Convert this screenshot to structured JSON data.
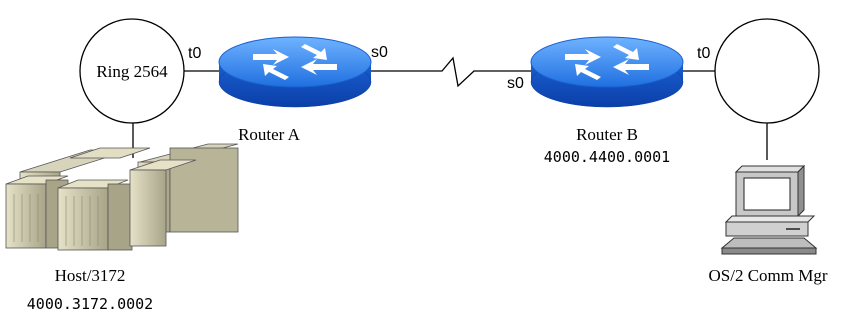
{
  "ring_left": {
    "label": "Ring 2564"
  },
  "router_a": {
    "name": "Router A",
    "port_token": "t0",
    "port_serial": "s0"
  },
  "router_b": {
    "name": "Router B",
    "mac": "4000.4400.0001",
    "port_serial": "s0",
    "port_token": "t0"
  },
  "host": {
    "name": "Host/3172",
    "mac": "4000.3172.0002"
  },
  "workstation": {
    "name": "OS/2 Comm Mgr"
  },
  "colors": {
    "router_blue": "#1f6fe0",
    "router_dark": "#0b3fa8",
    "host_tan": "#c8c4a8",
    "line": "#000000"
  },
  "icons": [
    "router-icon",
    "mainframe-host-icon",
    "pc-workstation-icon",
    "token-ring-icon",
    "serial-link-icon"
  ]
}
